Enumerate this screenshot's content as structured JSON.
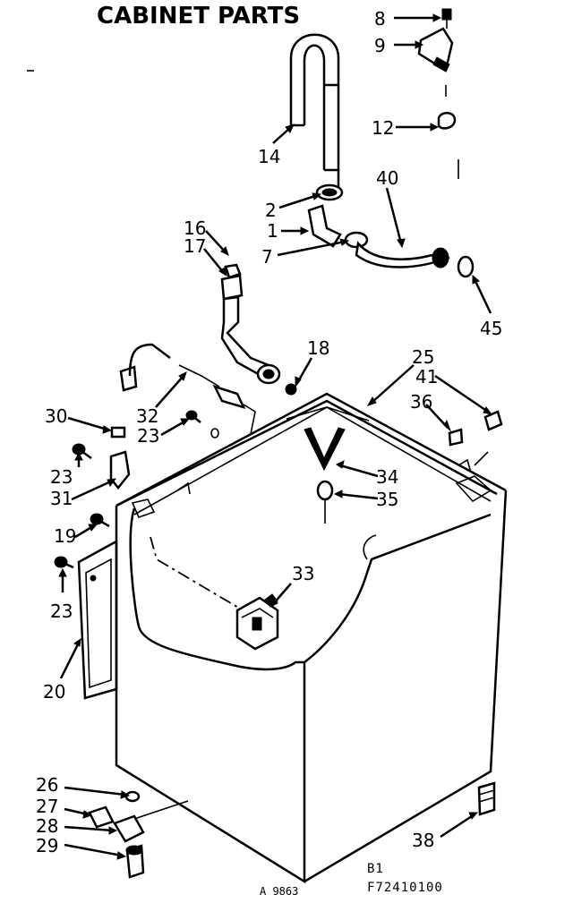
{
  "title": "CABINET PARTS",
  "callouts": [
    "8",
    "9",
    "12",
    "14",
    "2",
    "1",
    "7",
    "40",
    "45",
    "16",
    "17",
    "18",
    "25",
    "41",
    "36",
    "30",
    "32",
    "23",
    "23",
    "31",
    "34",
    "35",
    "19",
    "23",
    "33",
    "20",
    "26",
    "27",
    "28",
    "29",
    "38"
  ],
  "footer": {
    "code_1": "B1",
    "code_2": "F72410100",
    "code_3": "A 9863"
  }
}
